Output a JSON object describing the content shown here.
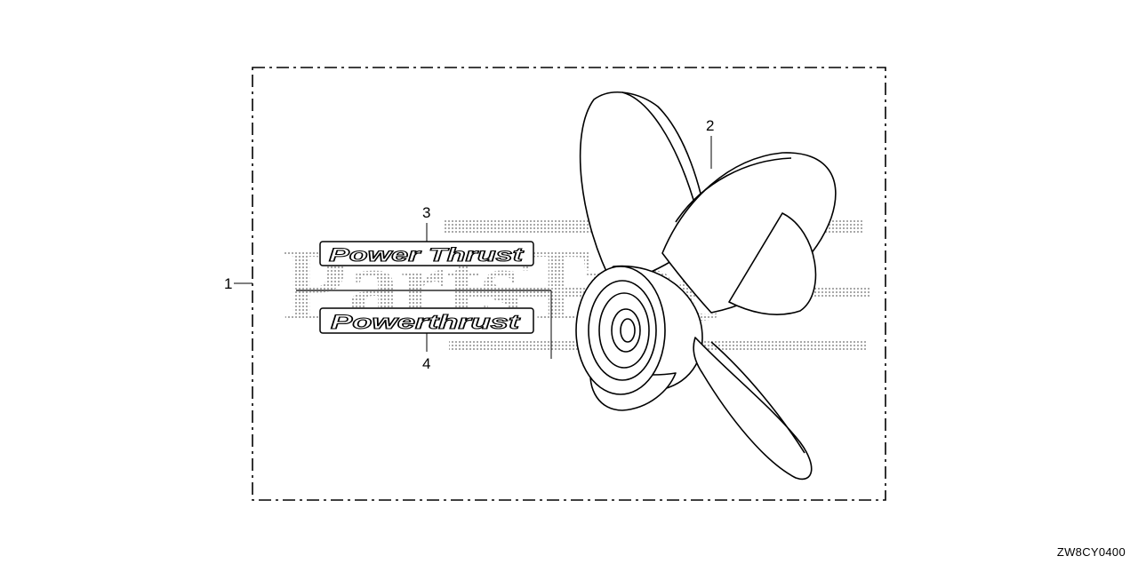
{
  "callouts": {
    "c1": "1",
    "c2": "2",
    "c3": "3",
    "c4": "4"
  },
  "decals": {
    "upper": "Power Thrust",
    "lower": "Powerthrust"
  },
  "watermark": {
    "text": "PartsTree"
  },
  "diagram_code": "ZW8CY0400"
}
